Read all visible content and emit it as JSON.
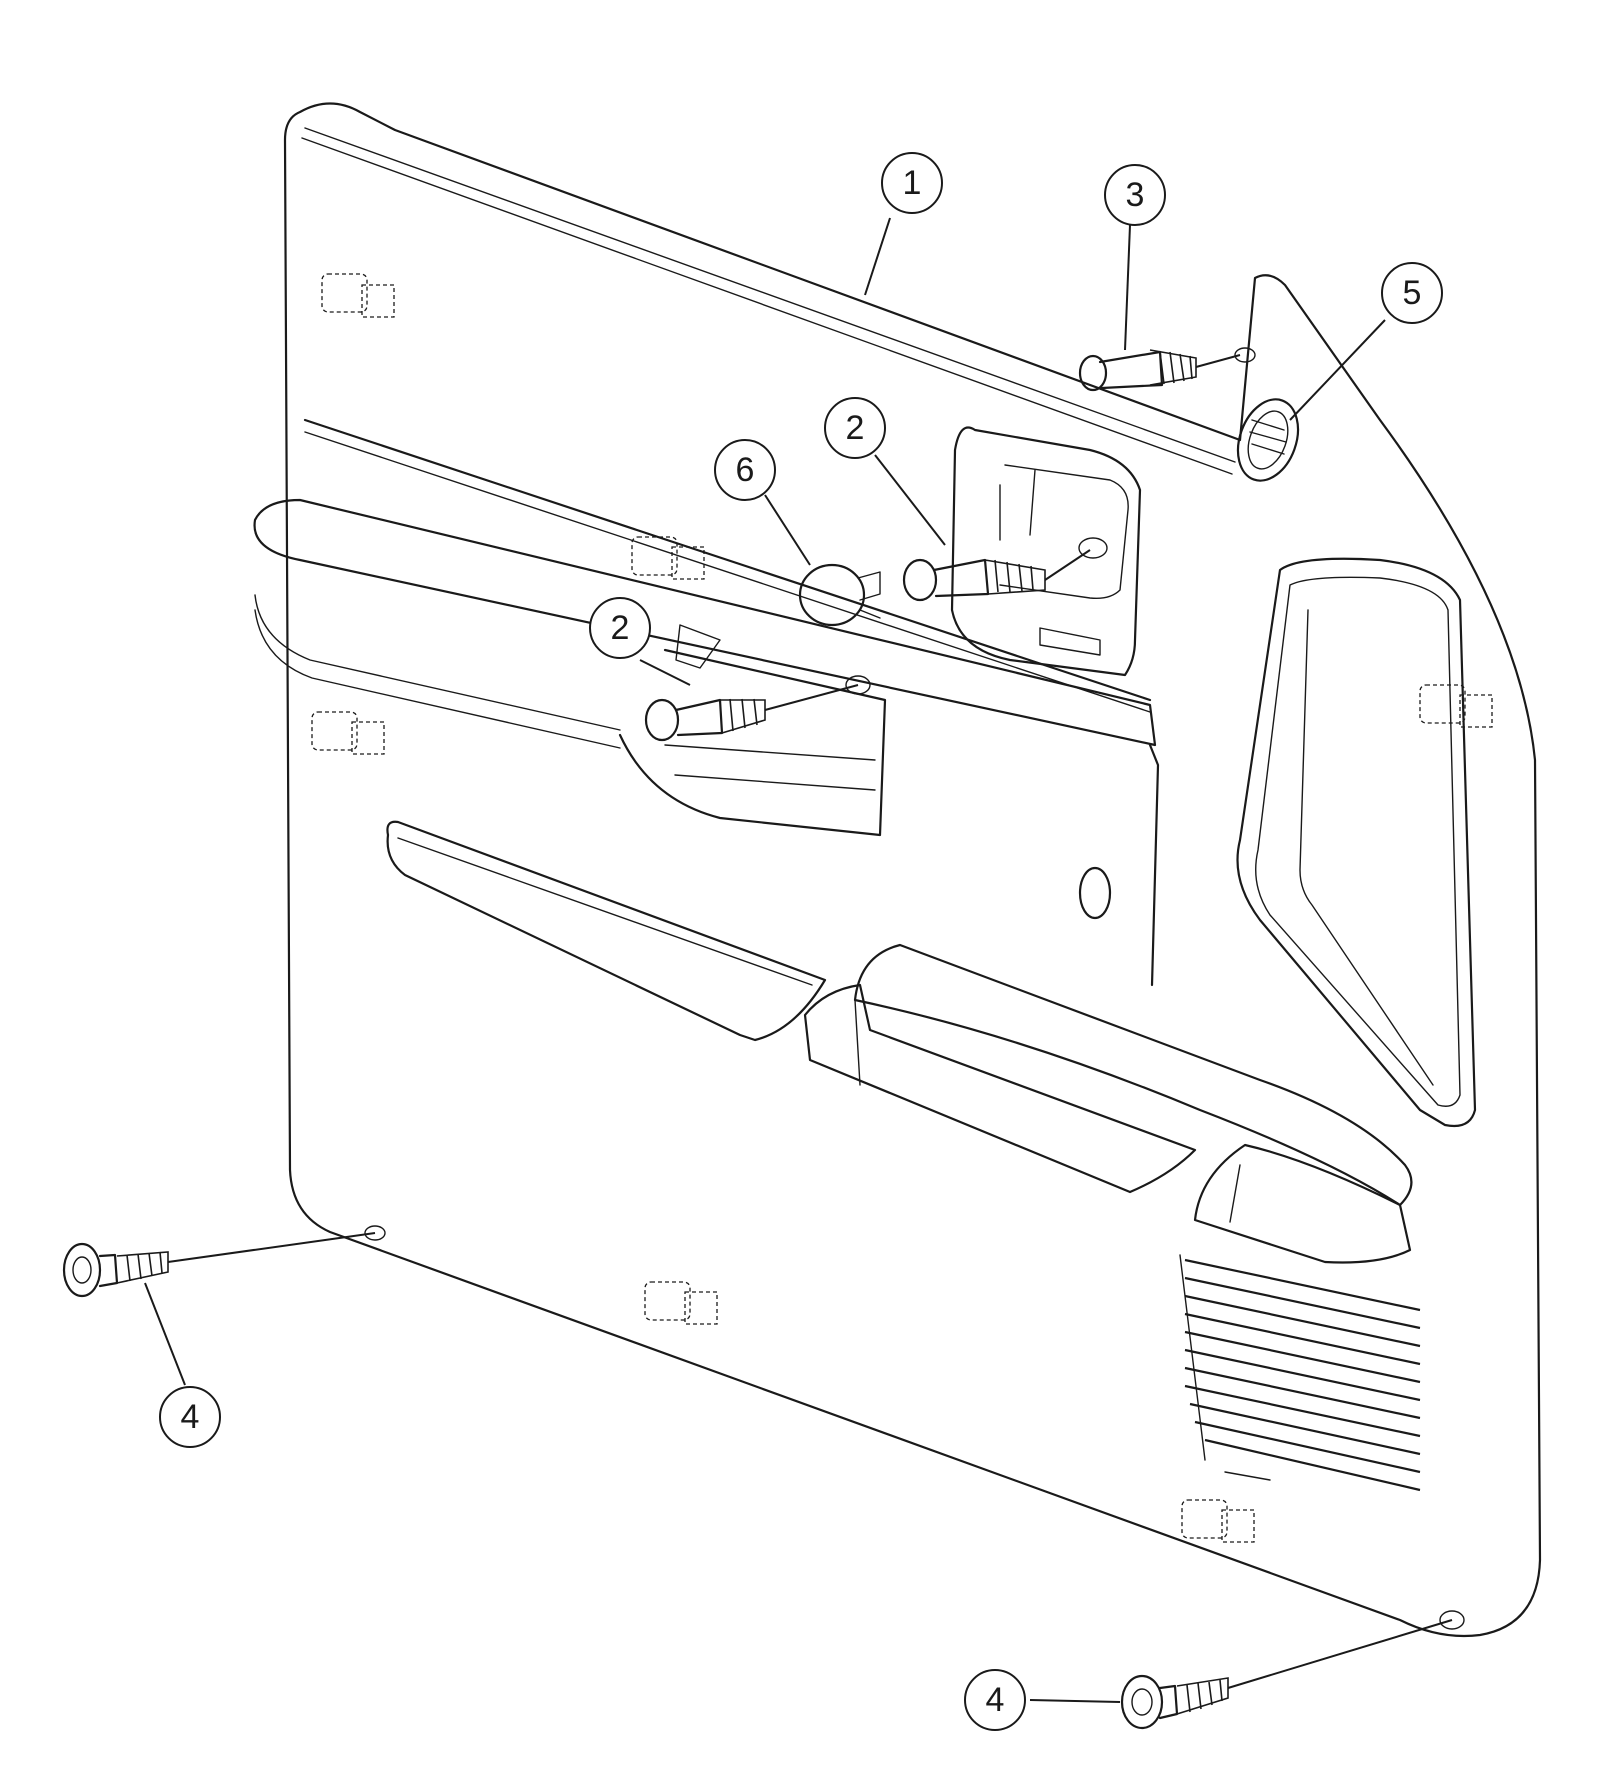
{
  "diagram": {
    "callouts": [
      {
        "id": "c1",
        "label": "1"
      },
      {
        "id": "c2a",
        "label": "2"
      },
      {
        "id": "c2b",
        "label": "2"
      },
      {
        "id": "c3",
        "label": "3"
      },
      {
        "id": "c4a",
        "label": "4"
      },
      {
        "id": "c4b",
        "label": "4"
      },
      {
        "id": "c5",
        "label": "5"
      },
      {
        "id": "c6",
        "label": "6"
      }
    ]
  }
}
